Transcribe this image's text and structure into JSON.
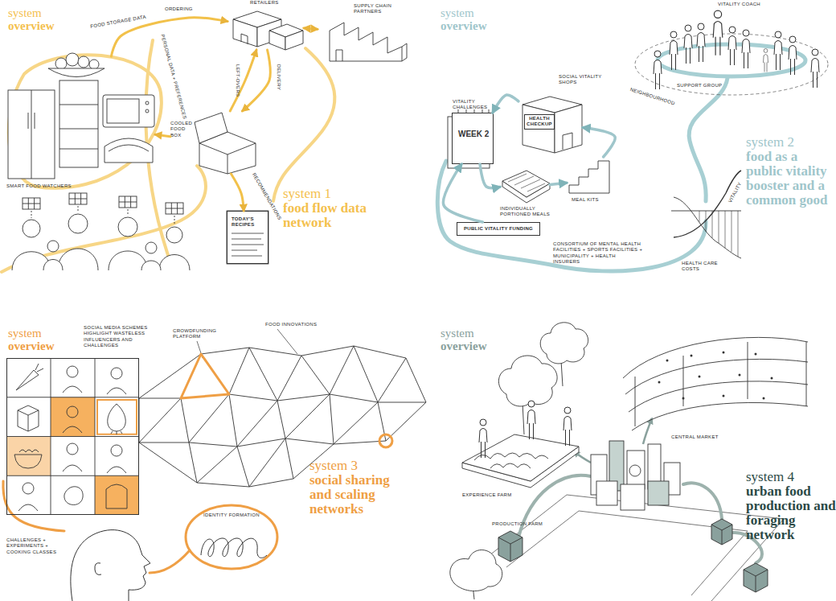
{
  "diagram": {
    "nodes": [
      {
        "text": [
          "SMART FOOD WATCHERS"
        ]
      },
      {
        "text": [
          "RETAILERS"
        ]
      },
      {
        "text": [
          "SUPPLY CHAIN PARTNERS"
        ]
      },
      {
        "text": [
          "COOLED FOOD BOX"
        ]
      },
      {
        "text": [
          "TODAY'S RECIPES"
        ]
      },
      {
        "text": [
          "VITALITY CHALLENGES",
          "WEEK 2"
        ]
      },
      {
        "text": [
          "SOCIAL VITALITY SHOPS",
          "HEALTH CHECKUP"
        ]
      },
      {
        "text": [
          "INDIVIDUALLY PORTIONED MEALS"
        ]
      },
      {
        "text": [
          "MEAL KITS"
        ]
      },
      {
        "text": [
          "PUBLIC VITALITY FUNDING"
        ]
      },
      {
        "text": [
          "SOCIAL MEDIA SCHEMES HIGHLIGHT WASTELESS INFLUENCERS AND CHALLENGES"
        ]
      },
      {
        "text": [
          "IDENTITY FORMATION"
        ]
      }
    ],
    "edges": [
      {
        "from": 0,
        "to": 1,
        "arrow": "to",
        "label": "ORDERING"
      },
      {
        "from": 1,
        "to": 2,
        "arrow": "both"
      },
      {
        "from": 1,
        "to": 3,
        "arrow": "to",
        "label": "DELIVERY"
      },
      {
        "from": 3,
        "to": 1,
        "arrow": "to",
        "label": "LEFT-OVERS"
      },
      {
        "from": 3,
        "to": 0,
        "arrow": "to"
      },
      {
        "from": 3,
        "to": 4,
        "arrow": "to",
        "label": "RECOMMENDATIONS"
      },
      {
        "from": 5,
        "to": 7,
        "arrow": "to"
      },
      {
        "from": 7,
        "to": 8,
        "arrow": "to"
      },
      {
        "from": 8,
        "to": 6,
        "arrow": "to"
      },
      {
        "from": 6,
        "to": 5,
        "arrow": "to"
      },
      {
        "from": 9,
        "to": 5,
        "arrow": "to"
      }
    ],
    "labels": [
      "system",
      "overview",
      "FOOD STORAGE DATA",
      "PERSONAL DATA + PREFERENCES",
      "system 1",
      "food flow data network",
      "system",
      "overview",
      "VITALITY COACH",
      "SUPPORT GROUP",
      "NEIGHBOURHOOD",
      "CONSORTIUM OF MENTAL HEALTH FACILITIES + SPORTS FACILITIES + MUNICIPALITY + HEALTH INSURERS",
      "VITALITY",
      "HEALTH CARE COSTS",
      "system 2",
      "food as a public vitality booster and a common good",
      "system",
      "overview",
      "FOOD INNOVATIONS",
      "CROWDFUNDING PLATFORM",
      "CHALLENGES + EXPERIMENTS + COOKING CLASSES",
      "system 3",
      "social sharing and scaling networks",
      "system",
      "overview",
      "EXPERIENCE FARM",
      "CENTRAL MARKET",
      "PRODUCTION FARM",
      "system 4",
      "urban food production and foraging network"
    ]
  }
}
